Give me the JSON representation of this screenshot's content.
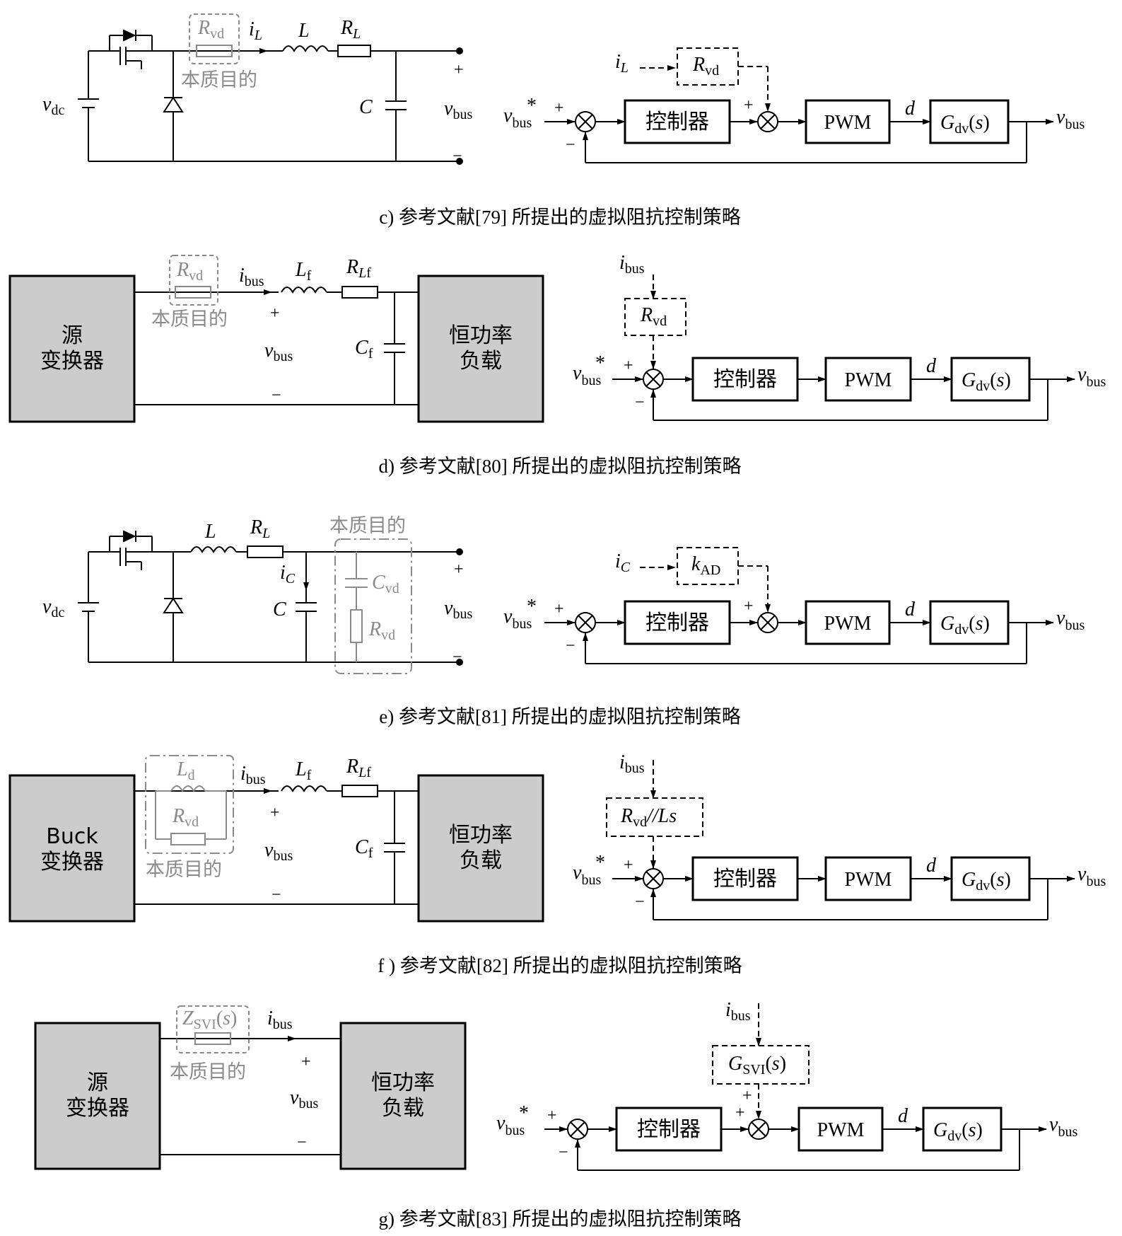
{
  "captions": {
    "c": "c) 参考文献[79] 所提出的虚拟阻抗控制策略",
    "d": "d) 参考文献[80] 所提出的虚拟阻抗控制策略",
    "e": "e) 参考文献[81] 所提出的虚拟阻抗控制策略",
    "f": "f ) 参考文献[82] 所提出的虚拟阻抗控制策略",
    "g": "g) 参考文献[83] 所提出的虚拟阻抗控制策略"
  },
  "annotations": {
    "essence": "本质目的"
  },
  "blocks": {
    "controller": "控制器",
    "pwm": "PWM",
    "source_converter_line1": "源",
    "source_converter_line2": "变换器",
    "buck_converter_line1": "Buck",
    "buck_converter_line2": "变换器",
    "cpl_line1": "恒功率",
    "cpl_line2": "负载"
  },
  "symbols": {
    "plus": "+",
    "minus": "−",
    "d": "d"
  }
}
